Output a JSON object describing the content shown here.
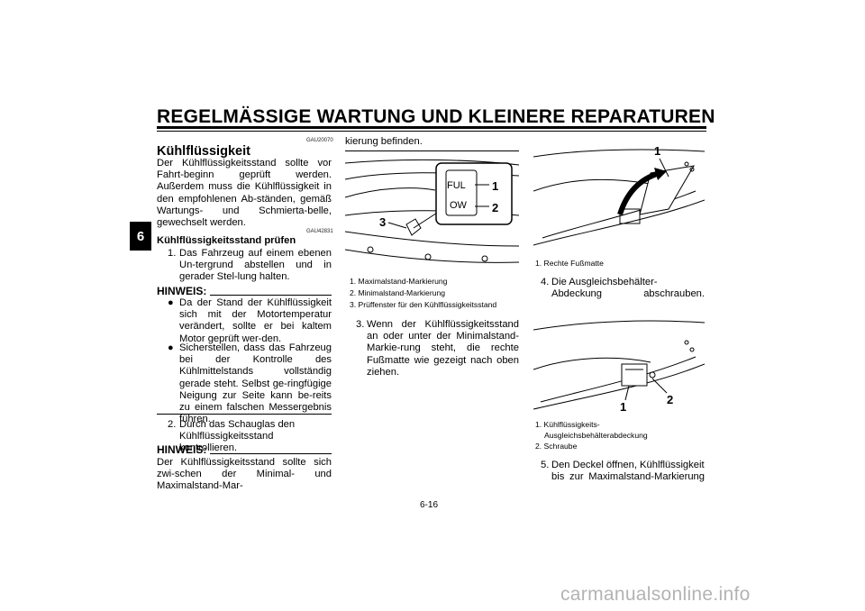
{
  "header": {
    "title": "REGELMÄSSIGE WARTUNG UND KLEINERE REPARATUREN",
    "chapter_tab": "6"
  },
  "col1": {
    "code1": "GAU20070",
    "heading": "Kühlflüssigkeit",
    "intro": "Der Kühlflüssigkeitsstand sollte vor Fahrt-beginn geprüft werden. Außerdem muss die Kühlflüssigkeit in den empfohlenen Ab-ständen, gemäß Wartungs- und Schmierta-belle, gewechselt werden.",
    "code2": "GAU42831",
    "subheading": "Kühlflüssigkeitsstand prüfen",
    "step1_num": "1.",
    "step1": "Das Fahrzeug auf einem ebenen Un-tergrund abstellen und in gerader Stel-lung halten.",
    "note_label": "HINWEIS:",
    "bullet_glyph": "●",
    "bullet1": "Da der Stand der Kühlflüssigkeit sich mit der Motortemperatur verändert, sollte er bei kaltem Motor geprüft wer-den.",
    "bullet2": "Sicherstellen, dass das Fahrzeug bei der Kontrolle des Kühlmittelstands vollständig gerade steht. Selbst ge-ringfügige Neigung zur Seite kann be-reits zu einem falschen Messergebnis führen.",
    "step2_num": "2.",
    "step2": "Durch das Schauglas den Kühlflüssigkeitsstand kontrollieren.",
    "note2_label": "HINWEIS:",
    "note2_text": "Der Kühlflüssigkeitsstand sollte sich zwi-schen der Minimal- und Maximalstand-Mar-"
  },
  "col2": {
    "continuation": "kierung befinden.",
    "figure_labels": {
      "full": "FUL",
      "low": "OW",
      "n1": "1",
      "n2": "2",
      "n3": "3"
    },
    "captions": [
      "1. Maximalstand-Markierung",
      "2. Minimalstand-Markierung",
      "3. Prüffenster für den Kühlflüssigkeitsstand"
    ],
    "step3_num": "3.",
    "step3": "Wenn der Kühlflüssigkeitsstand an oder unter der Minimalstand-Markie-rung steht, die rechte Fußmatte wie gezeigt nach oben ziehen."
  },
  "col3": {
    "fig1_label": "1",
    "fig1_caption": "1. Rechte Fußmatte",
    "step4_num": "4.",
    "step4": "Die Ausgleichsbehälter-Abdeckung abschrauben.",
    "fig2_labels": {
      "n1": "1",
      "n2": "2"
    },
    "fig2_caption1": "1. Kühlflüssigkeits-",
    "fig2_caption1b": "Ausgleichsbehälterabdeckung",
    "fig2_caption2": "2. Schraube",
    "step5_num": "5.",
    "step5": "Den Deckel öffnen, Kühlflüssigkeit bis zur Maximalstand-Markierung"
  },
  "footer": {
    "page_number": "6-16",
    "watermark": "carmanualsonline.info"
  }
}
